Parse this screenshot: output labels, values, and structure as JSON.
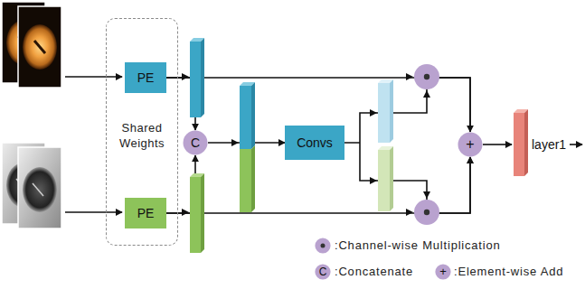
{
  "diagram": {
    "nodes": [
      {
        "text": [
          "Shared Weights"
        ]
      },
      {
        "text": [
          "PE"
        ],
        "in": 0
      },
      {
        "text": [
          "PE"
        ],
        "in": 0
      },
      {
        "text": [
          "C"
        ]
      },
      {
        "text": [
          "Convs"
        ]
      },
      {
        "text": [
          "+"
        ]
      }
    ],
    "edges": [
      {
        "from": 1,
        "to": 3,
        "arrow": "to"
      },
      {
        "from": 2,
        "to": 3,
        "arrow": "to"
      },
      {
        "from": 3,
        "to": 4,
        "arrow": "to"
      },
      {
        "from": 4,
        "to": 5,
        "arrow": "to"
      },
      {
        "from": 1,
        "to": 5,
        "arrow": "to"
      },
      {
        "from": 2,
        "to": 5,
        "arrow": "to"
      }
    ],
    "labels": [
      "layer1",
      "C",
      "+"
    ],
    "legend": [
      {
        "text": ":Channel-wise Multiplication"
      },
      {
        "text": ":Concatenate"
      },
      {
        "text": ":Element-wise Add"
      }
    ]
  }
}
